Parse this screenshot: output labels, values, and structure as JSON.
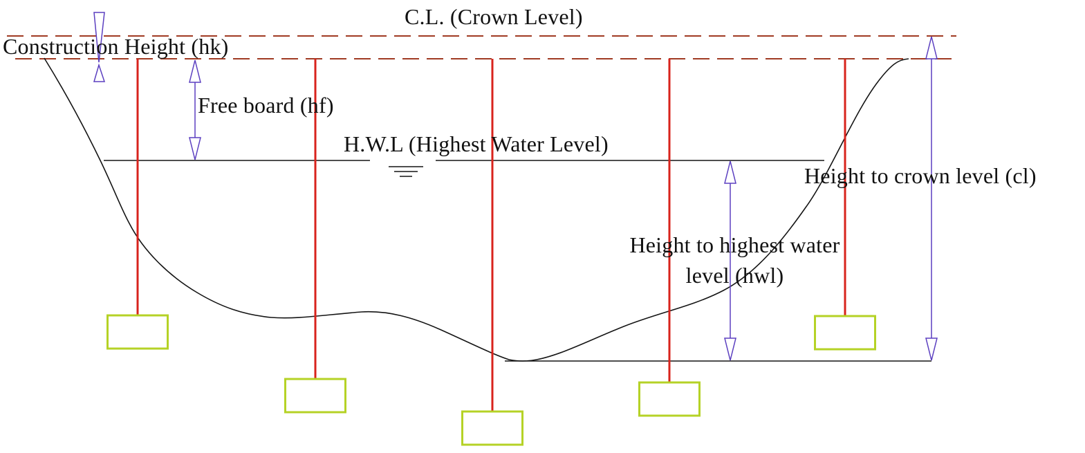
{
  "diagram": {
    "title": "Dam cross-section water level definitions",
    "labels": {
      "crown_level": "C.L. (Crown Level)",
      "construction_height": "Construction Height (hk)",
      "free_board": "Free board (hf)",
      "highest_water_level": "H.W.L (Highest Water Level)",
      "height_to_hwl_line1": "Height to highest water",
      "height_to_hwl_line2": "level (hwl)",
      "height_to_crown_level": "Height to crown level (cl)"
    },
    "colors": {
      "background": "#ffffff",
      "crown_dash_red": "#a03a22",
      "pile_red": "#d8231c",
      "box_green": "#b5d226",
      "arrow_violet": "#5b3fc0",
      "ink_black": "#141414"
    }
  }
}
